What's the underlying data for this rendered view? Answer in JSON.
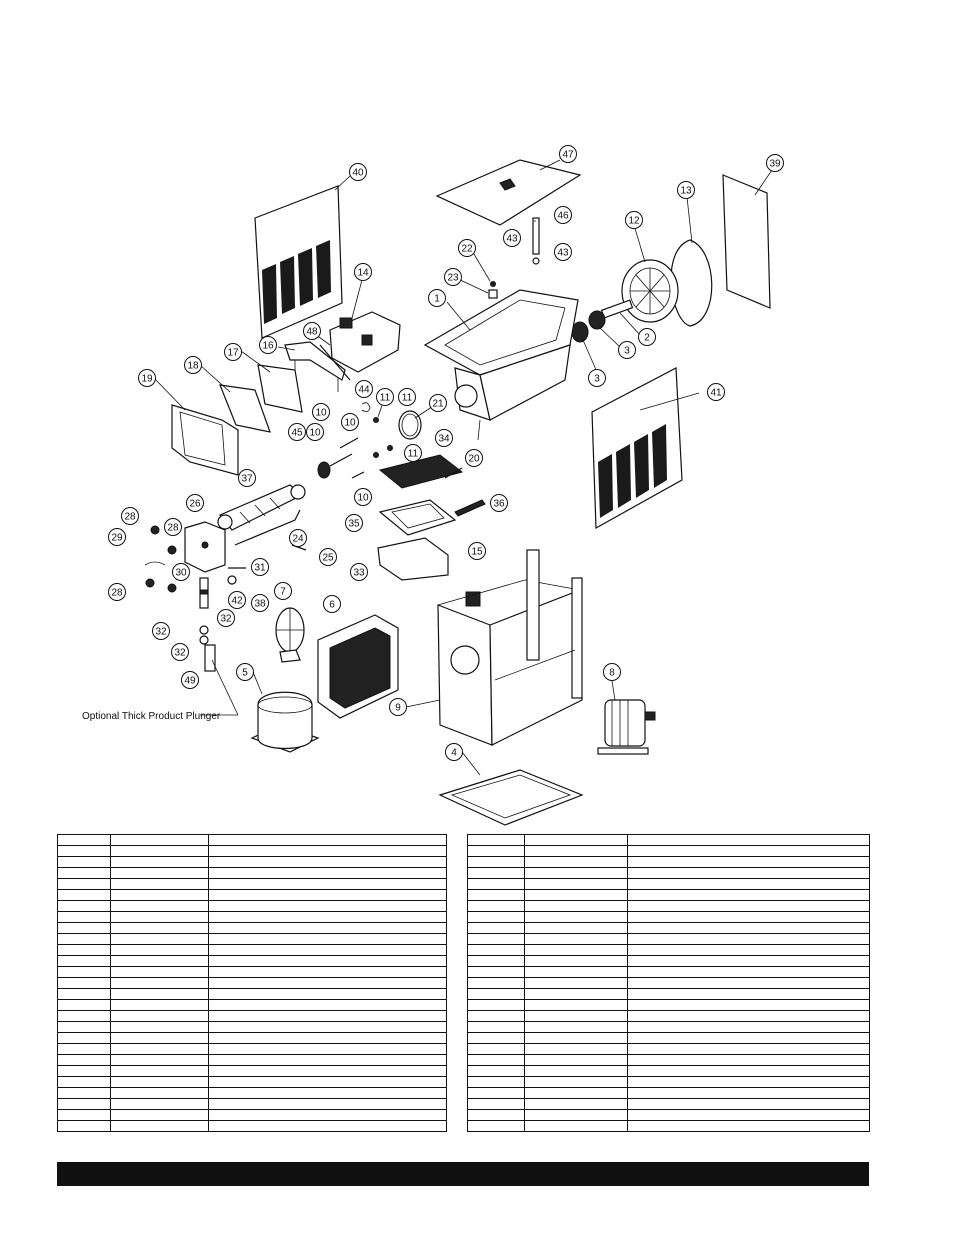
{
  "diagram": {
    "callout_labels": {
      "c1": "1",
      "c2": "2",
      "c3a": "3",
      "c3b": "3",
      "c4": "4",
      "c5": "5",
      "c6": "6",
      "c7": "7",
      "c8": "8",
      "c9": "9",
      "c10a": "10",
      "c10b": "10",
      "c10c": "10",
      "c10d": "10",
      "c11a": "11",
      "c11b": "11",
      "c11c": "11",
      "c12": "12",
      "c13": "13",
      "c14": "14",
      "c15": "15",
      "c16": "16",
      "c17": "17",
      "c18": "18",
      "c19": "19",
      "c20": "20",
      "c21": "21",
      "c22": "22",
      "c23": "23",
      "c24": "24",
      "c25": "25",
      "c26": "26",
      "c28a": "28",
      "c28b": "28",
      "c28c": "28",
      "c29": "29",
      "c30": "30",
      "c31": "31",
      "c32a": "32",
      "c32b": "32",
      "c33": "33",
      "c34": "34",
      "c35": "35",
      "c36": "36",
      "c37": "37",
      "c38": "38",
      "c39": "39",
      "c40": "40",
      "c41": "41",
      "c42": "42",
      "c43a": "43",
      "c43b": "43",
      "c44": "44",
      "c45": "45",
      "c46": "46",
      "c47": "47",
      "c48": "48",
      "c49": "49"
    },
    "note_label": "Optional Thick Product Plunger"
  },
  "parts_table": {
    "row_count": 27,
    "left_rows": [],
    "right_rows": []
  },
  "footer": {
    "text": ""
  }
}
